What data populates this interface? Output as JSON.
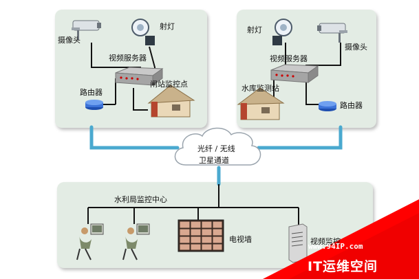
{
  "diagram": {
    "left_site": {
      "camera": "摄像头",
      "spotlight": "射灯",
      "video_server": "视频服务器",
      "router": "路由器",
      "station": "闸站监控点"
    },
    "right_site": {
      "spotlight": "射灯",
      "camera": "摄像头",
      "video_server": "视频服务器",
      "station": "水库监测站",
      "router": "路由器"
    },
    "network": {
      "line1": "光纤 / 无线",
      "line2": "卫星通道"
    },
    "center": {
      "title": "水利局监控中心",
      "tv_wall": "电视墙",
      "video_server": "视频监控"
    }
  },
  "watermark": {
    "url": "www.94IP.com",
    "brand": "IT运维空间"
  },
  "colors": {
    "panel": "#e3ece4",
    "link": "#4aa9cf",
    "wire": "#111111",
    "watermark": "#ff0000"
  }
}
